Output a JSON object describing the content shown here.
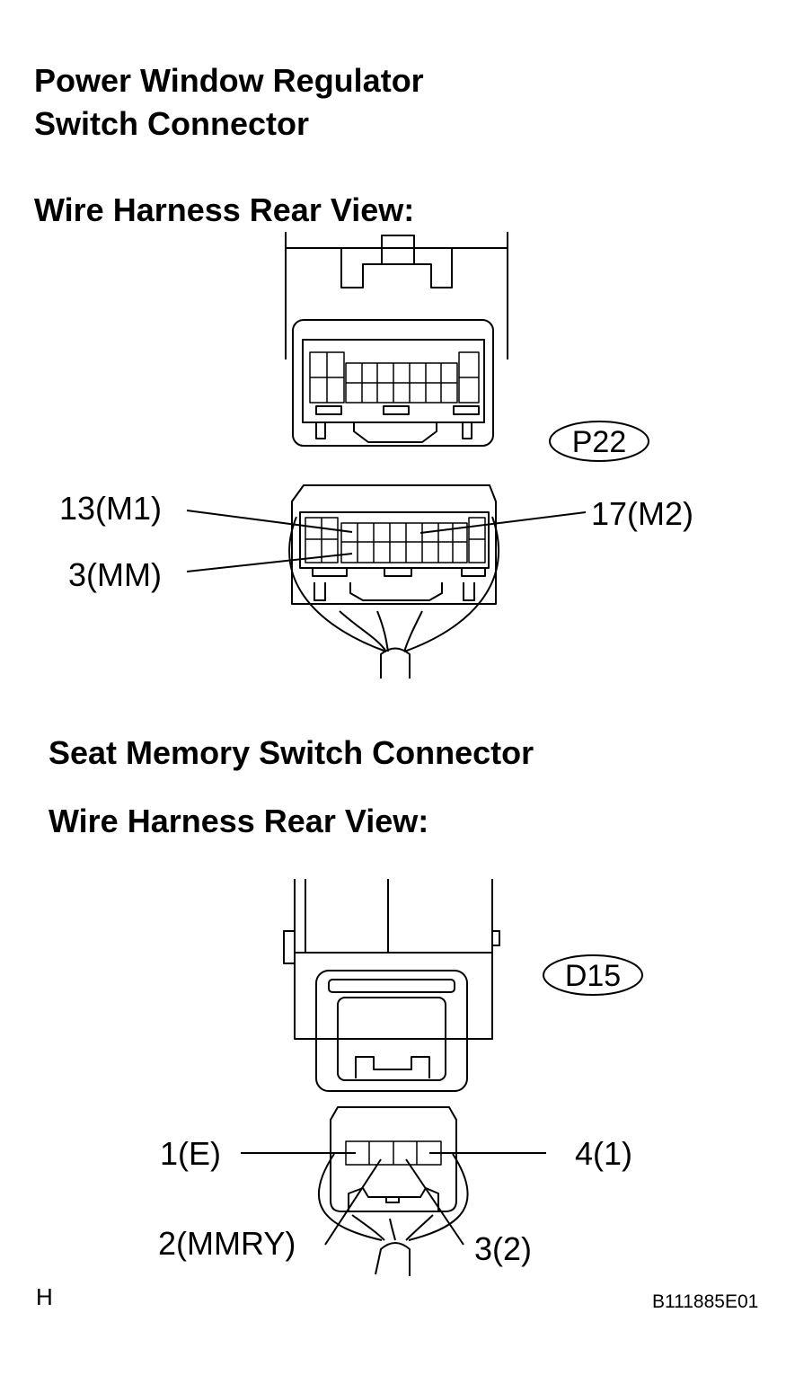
{
  "connector1": {
    "title_line1": "Power Window Regulator",
    "title_line2": "Switch Connector",
    "view_label": "Wire Harness Rear View:",
    "code": "P22",
    "pins": {
      "pin13": "13(M1)",
      "pin3": "3(MM)",
      "pin17": "17(M2)"
    }
  },
  "connector2": {
    "title": "Seat Memory Switch Connector",
    "view_label": "Wire Harness Rear View:",
    "code": "D15",
    "pins": {
      "pin1": "1(E)",
      "pin2": "2(MMRY)",
      "pin3": "3(2)",
      "pin4": "4(1)"
    }
  },
  "footer": {
    "corner_mark": "H",
    "figure_id": "B111885E01"
  }
}
